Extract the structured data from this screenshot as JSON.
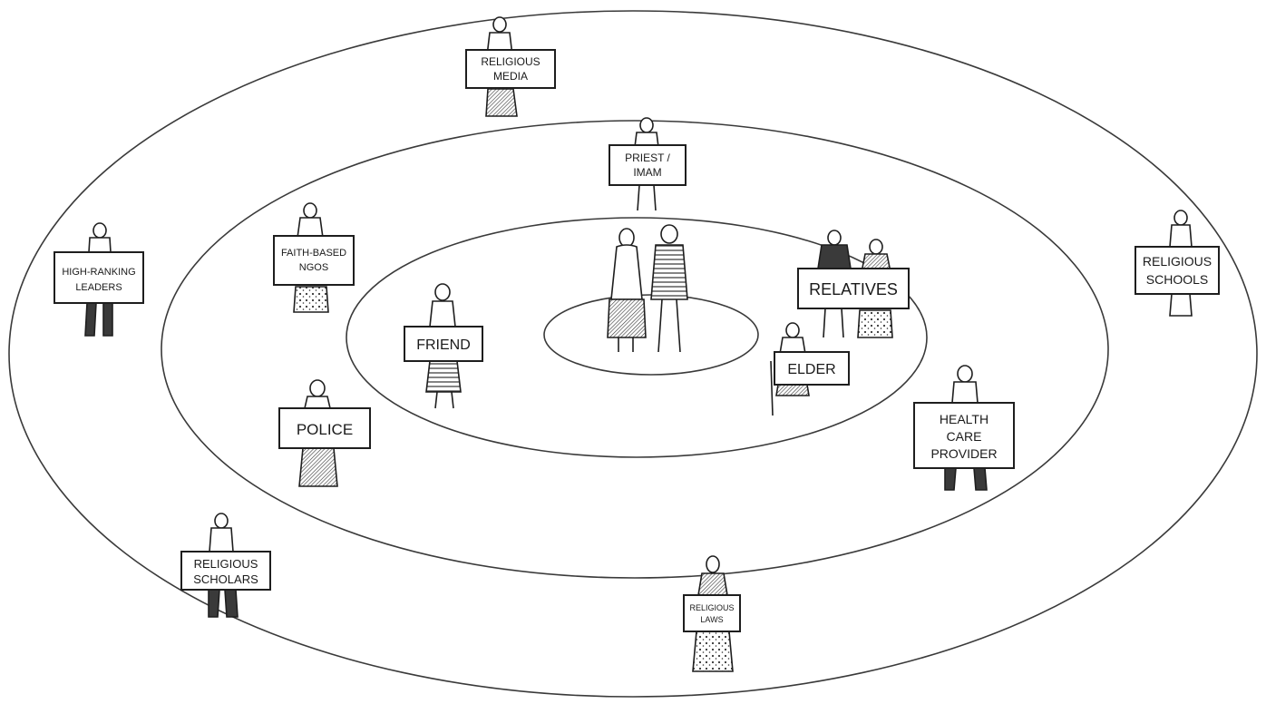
{
  "diagram": {
    "rings": [
      "core",
      "inner",
      "middle",
      "outer"
    ],
    "core": {
      "people": [
        "couple"
      ]
    },
    "inner_ring": {
      "signs": [
        {
          "id": "friend",
          "lines": [
            "FRIEND"
          ]
        },
        {
          "id": "relatives",
          "lines": [
            "RELATIVES"
          ]
        },
        {
          "id": "elder",
          "lines": [
            "ELDER"
          ]
        }
      ]
    },
    "middle_ring": {
      "signs": [
        {
          "id": "priest-imam",
          "lines": [
            "PRIEST /",
            "IMAM"
          ]
        },
        {
          "id": "faith-based-ngos",
          "lines": [
            "FAITH-BASED",
            "NGOS"
          ]
        },
        {
          "id": "police",
          "lines": [
            "POLICE"
          ]
        },
        {
          "id": "health-care-provider",
          "lines": [
            "HEALTH",
            "CARE",
            "PROVIDER"
          ]
        }
      ]
    },
    "outer_ring": {
      "signs": [
        {
          "id": "religious-media",
          "lines": [
            "RELIGIOUS",
            "MEDIA"
          ]
        },
        {
          "id": "high-ranking-leaders",
          "lines": [
            "HIGH-RANKING",
            "LEADERS"
          ]
        },
        {
          "id": "religious-schools",
          "lines": [
            "RELIGIOUS",
            "SCHOOLS"
          ]
        },
        {
          "id": "religious-scholars",
          "lines": [
            "RELIGIOUS",
            "SCHOLARS"
          ]
        },
        {
          "id": "religious-laws",
          "lines": [
            "RELIGIOUS",
            "LAWS"
          ]
        }
      ]
    },
    "colors": {
      "ink": "#1e1e1e",
      "paper": "#ffffff",
      "ring": "#3a3a3a"
    }
  }
}
